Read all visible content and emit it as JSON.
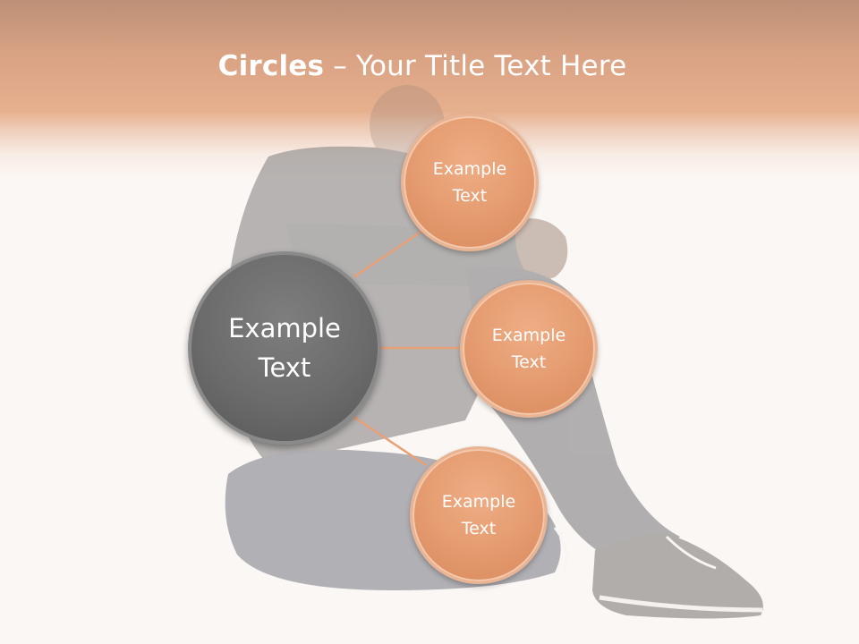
{
  "slide": {
    "title_bold": "Circles",
    "title_rest": " – Your Title Text Here"
  },
  "diagram": {
    "center": {
      "label": "Example\nText"
    },
    "nodes": [
      {
        "label": "Example\nText"
      },
      {
        "label": "Example\nText"
      },
      {
        "label": "Example\nText"
      }
    ]
  },
  "colors": {
    "header": "#d9885a",
    "center_fill": "#6b6b6b",
    "node_fill": "#e49a6e",
    "connector": "#e8a077"
  },
  "background_image": "person-sitting-hugging-knees"
}
